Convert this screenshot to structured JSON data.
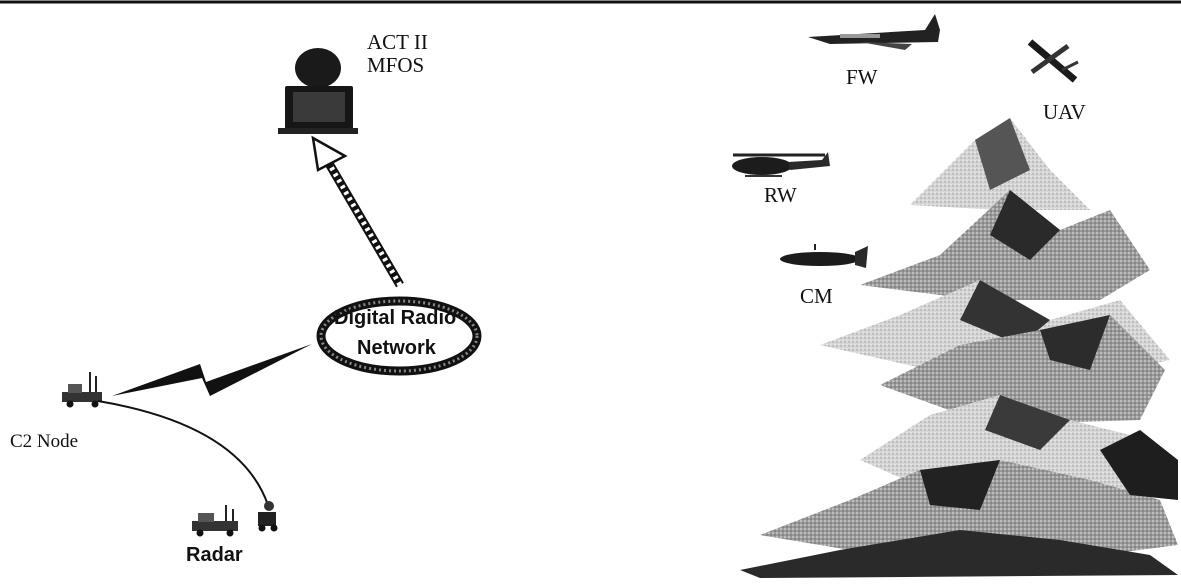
{
  "labels": {
    "act_line1": "ACT II",
    "act_line2": "MFOS",
    "fw": "FW",
    "uav": "UAV",
    "rw": "RW",
    "cm": "CM",
    "network_line1": "Digital Radio",
    "network_line2": "Network",
    "c2_node": "C2 Node",
    "radar": "Radar"
  },
  "colors": {
    "ink": "#111111",
    "mountain_dark": "#2a2a2a",
    "mountain_mid": "#7a7a7a",
    "mountain_light": "#d0d0d0"
  }
}
